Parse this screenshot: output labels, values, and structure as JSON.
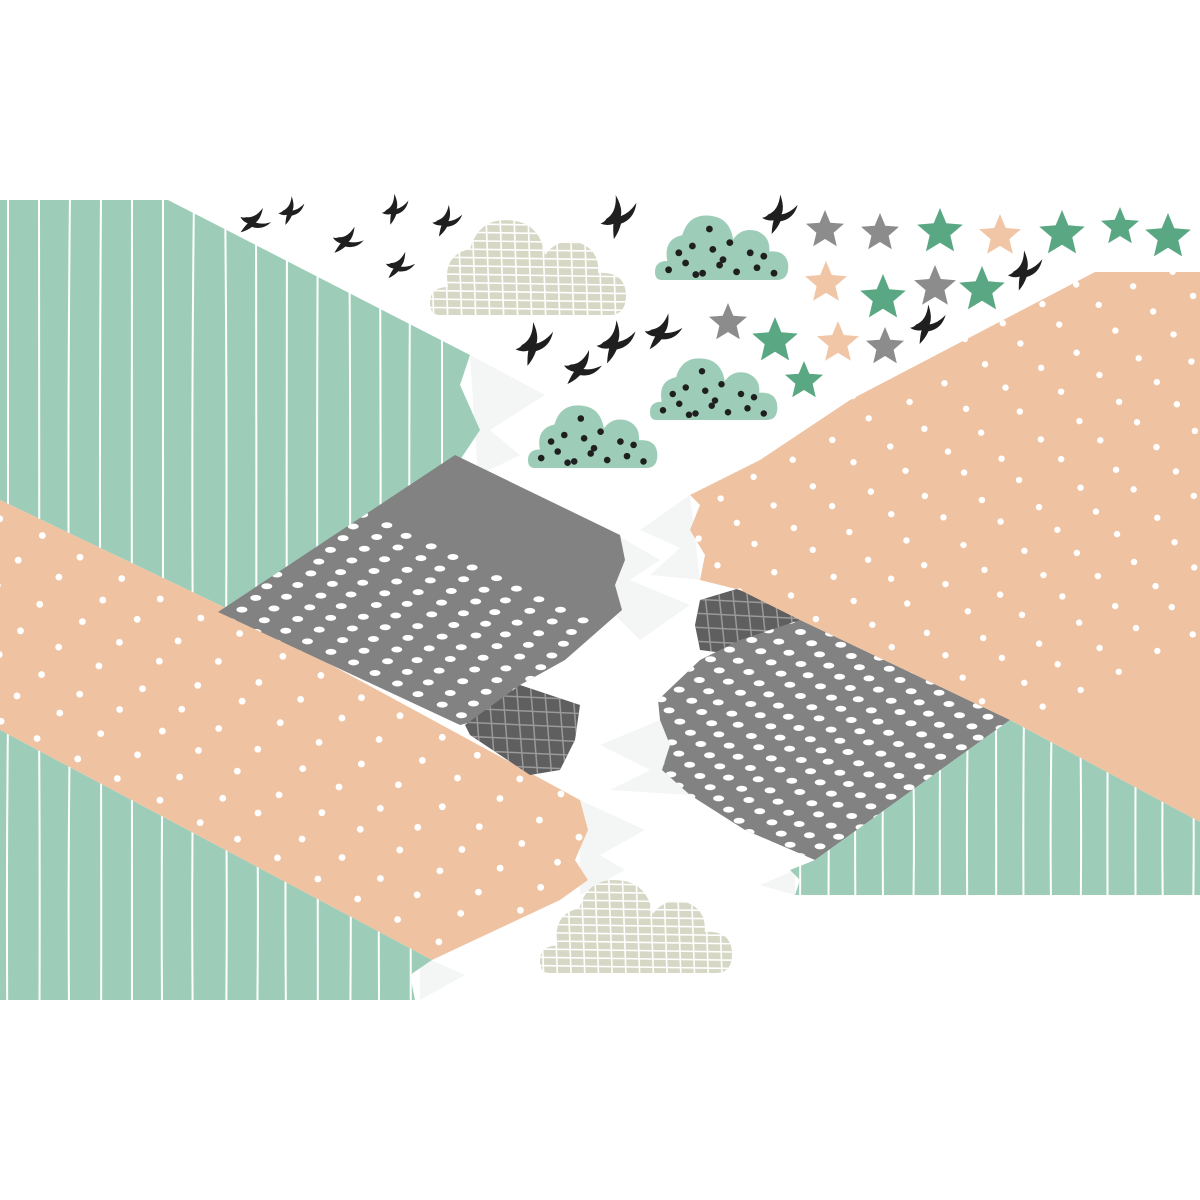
{
  "palette": {
    "background": "#ffffff",
    "mint": "#9dcdb9",
    "peach": "#efc3a2",
    "gray": "#828282",
    "dark_gray": "#5f5f5f",
    "beige": "#d6d8c5",
    "snow": "#f4f6f5",
    "line": "#ffffff",
    "bird": "#1f1f1f",
    "star_gray": "#8c8c8c",
    "star_green": "#5aa883",
    "star_peach": "#f1c6a6",
    "cloud_dot": "#1f1f1f"
  },
  "scene": {
    "kind": "decorative wall-sticker illustration",
    "elements": [
      "mint-striped-mountain-top-left",
      "peach-dotted-mountain-left",
      "mint-striped-mountain-bottom-left",
      "gray-dotted-mountain-center",
      "gray-dotted-mountain-right",
      "peach-dotted-mountain-right",
      "mint-striped-mountain-bottom-right",
      "grid-cloud-icon",
      "dotted-cloud-icon",
      "bird-icon",
      "star-icon"
    ]
  }
}
